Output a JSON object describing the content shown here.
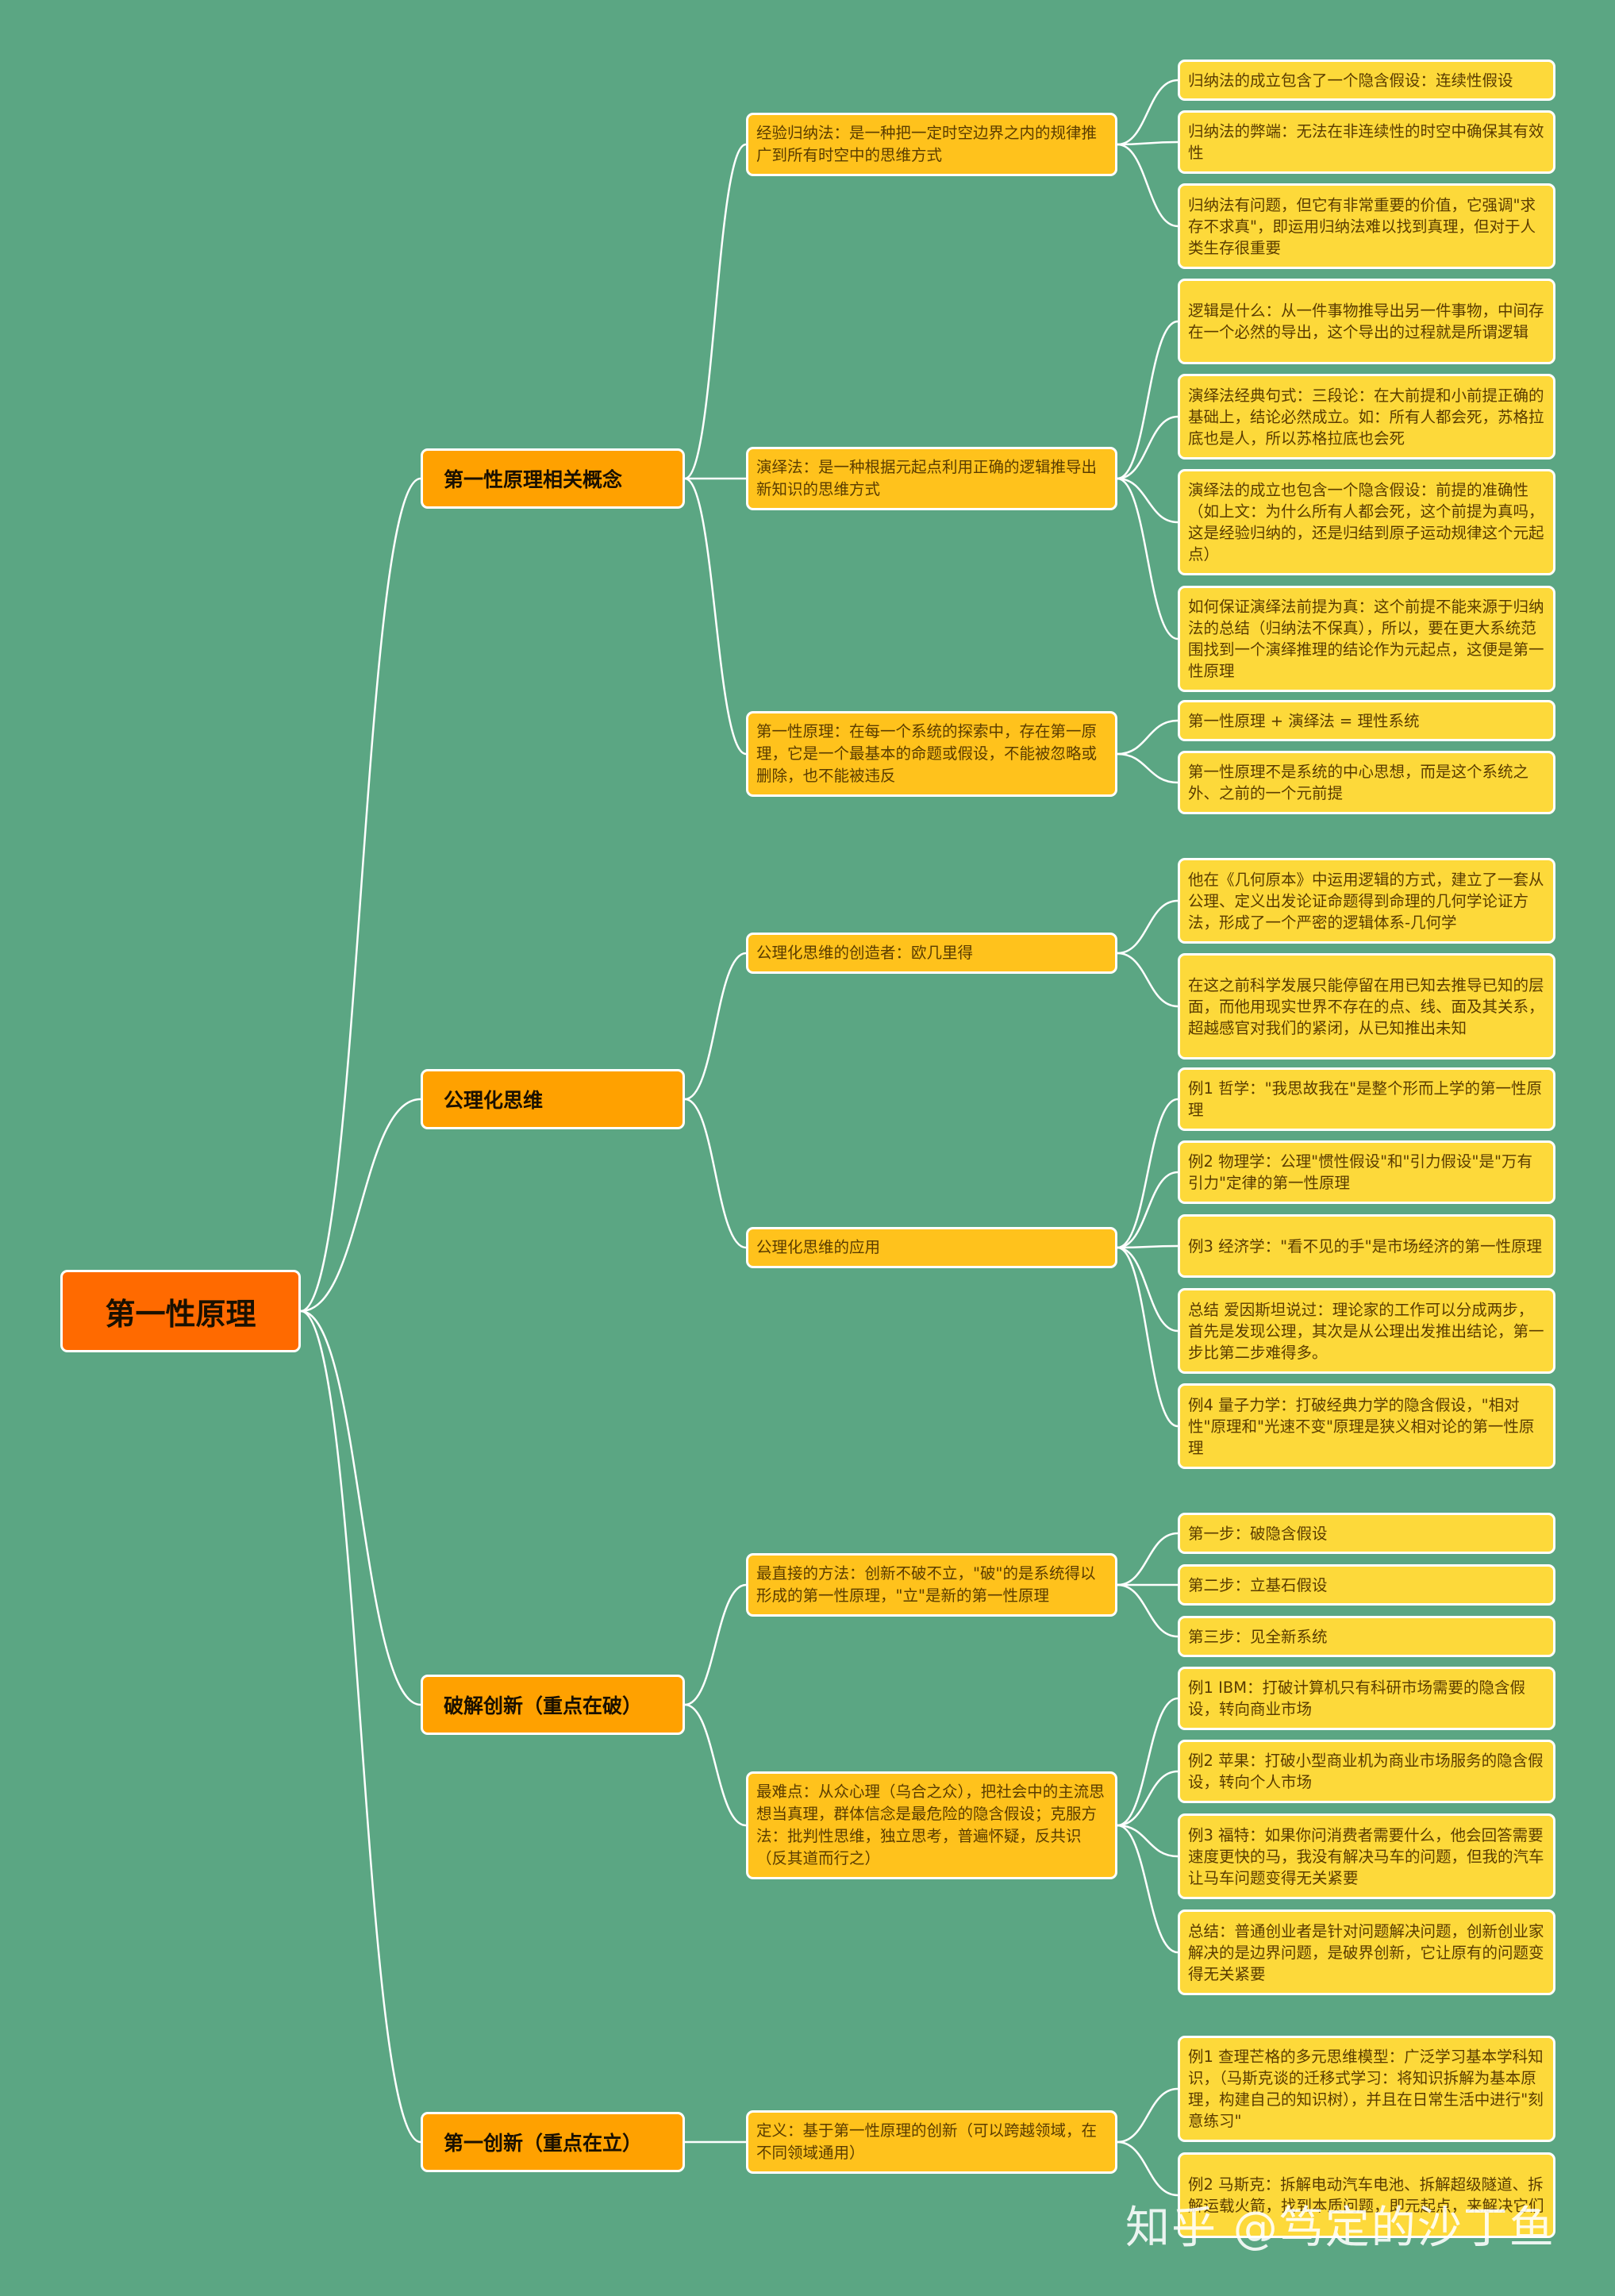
{
  "root": "第一性原理",
  "branches": [
    {
      "label": "第一性原理相关概念",
      "children": [
        {
          "label": "经验归纳法：是一种把一定时空边界之内的规律推广到所有时空中的思维方式",
          "children": [
            "归纳法的成立包含了一个隐含假设：连续性假设",
            "归纳法的弊端：无法在非连续性的时空中确保其有效性",
            "归纳法有问题，但它有非常重要的价值，它强调\"求存不求真\"，即运用归纳法难以找到真理，但对于人类生存很重要"
          ]
        },
        {
          "label": "演绎法：是一种根据元起点利用正确的逻辑推导出新知识的思维方式",
          "children": [
            "逻辑是什么：从一件事物推导出另一件事物，中间存在一个必然的导出，这个导出的过程就是所谓逻辑",
            "演绎法经典句式：三段论：在大前提和小前提正确的基础上，结论必然成立。如：所有人都会死，苏格拉底也是人，所以苏格拉底也会死",
            "演绎法的成立也包含一个隐含假设：前提的准确性（如上文：为什么所有人都会死，这个前提为真吗，这是经验归纳的，还是归结到原子运动规律这个元起点）",
            "如何保证演绎法前提为真：这个前提不能来源于归纳法的总结（归纳法不保真），所以，要在更大系统范围找到一个演绎推理的结论作为元起点，这便是第一性原理"
          ]
        },
        {
          "label": "第一性原理：在每一个系统的探索中，存在第一原理，它是一个最基本的命题或假设，不能被忽略或删除，也不能被违反",
          "children": [
            "第一性原理 + 演绎法 = 理性系统",
            "第一性原理不是系统的中心思想，而是这个系统之外、之前的一个元前提"
          ]
        }
      ]
    },
    {
      "label": "公理化思维",
      "children": [
        {
          "label": "公理化思维的创造者：欧几里得",
          "children": [
            "他在《几何原本》中运用逻辑的方式，建立了一套从公理、定义出发论证命题得到命理的几何学论证方法，形成了一个严密的逻辑体系-几何学",
            "在这之前科学发展只能停留在用已知去推导已知的层面，而他用现实世界不存在的点、线、面及其关系，超越感官对我们的紧闭，从已知推出未知"
          ]
        },
        {
          "label": "公理化思维的应用",
          "children": [
            "例1 哲学：\"我思故我在\"是整个形而上学的第一性原理",
            "例2 物理学：公理\"惯性假设\"和\"引力假设\"是\"万有引力\"定律的第一性原理",
            "例3 经济学：\"看不见的手\"是市场经济的第一性原理",
            "总结 爱因斯坦说过：理论家的工作可以分成两步，首先是发现公理，其次是从公理出发推出结论，第一步比第二步难得多。",
            "例4 量子力学：打破经典力学的隐含假设，\"相对性\"原理和\"光速不变\"原理是狭义相对论的第一性原理"
          ]
        }
      ]
    },
    {
      "label": "破解创新（重点在破）",
      "children": [
        {
          "label": "最直接的方法：创新不破不立，\"破\"的是系统得以形成的第一性原理，\"立\"是新的第一性原理",
          "children": [
            "第一步：破隐含假设",
            "第二步：立基石假设",
            "第三步：见全新系统"
          ]
        },
        {
          "label": "最难点：从众心理（乌合之众），把社会中的主流思想当真理，群体信念是最危险的隐含假设；克服方法：批判性思维，独立思考，普遍怀疑，反共识（反其道而行之）",
          "children": [
            "例1 IBM：打破计算机只有科研市场需要的隐含假设，转向商业市场",
            "例2 苹果：打破小型商业机为商业市场服务的隐含假设，转向个人市场",
            "例3 福特：如果你问消费者需要什么，他会回答需要速度更快的马，我没有解决马车的问题，但我的汽车让马车问题变得无关紧要",
            "总结：普通创业者是针对问题解决问题，创新创业家解决的是边界问题，是破界创新，它让原有的问题变得无关紧要"
          ]
        }
      ]
    },
    {
      "label": "第一创新（重点在立）",
      "children": [
        {
          "label": "定义：基于第一性原理的创新（可以跨越领域，在不同领域通用）",
          "children": [
            "例1 查理芒格的多元思维模型：广泛学习基本学科知识，（马斯克谈的迁移式学习：将知识拆解为基本原理，构建自己的知识树），并且在日常生活中进行\"刻意练习\"",
            "例2 马斯克：拆解电动汽车电池、拆解超级隧道、拆解运载火箭，找到本质问题，即元起点，来解决它们"
          ]
        }
      ]
    }
  ],
  "watermark": "知乎 @笃定的沙丁鱼",
  "colors": {
    "background": "#5ba683",
    "root": "#ff6a00",
    "level1": "#ffa100",
    "level2": "#ffc21c",
    "level3": "#fdd93a",
    "connector": "#ffffff"
  }
}
